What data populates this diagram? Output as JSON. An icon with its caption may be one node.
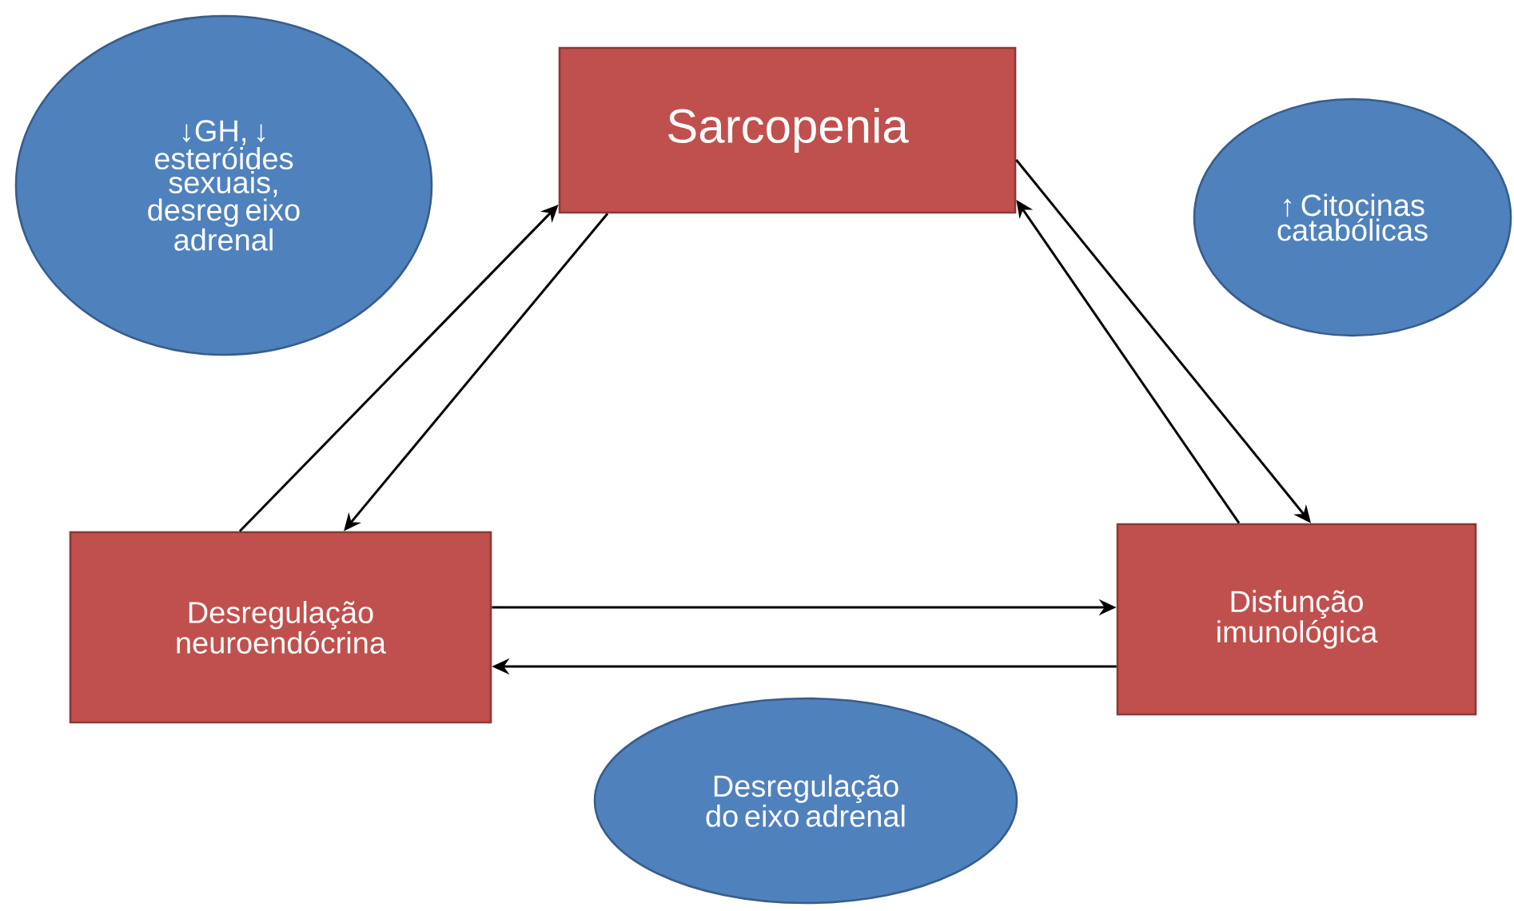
{
  "diagram": {
    "nodes": [
      {
        "text": [
          "Sarcopenia"
        ]
      },
      {
        "text": [
          "Desregulação neuroendócrina"
        ]
      },
      {
        "text": [
          "Disfunção imunológica"
        ]
      },
      {
        "text": [
          "↓GH, ↓ esteróides sexuais, desreg eixo adrenal"
        ]
      },
      {
        "text": [
          "↑ Citocinas catabólicas"
        ]
      },
      {
        "text": [
          "Desregulação do eixo adrenal"
        ]
      }
    ],
    "edges": [
      {
        "from": 1,
        "to": 0,
        "arrow": "to"
      },
      {
        "from": 0,
        "to": 1,
        "arrow": "to"
      },
      {
        "from": 0,
        "to": 2,
        "arrow": "to"
      },
      {
        "from": 2,
        "to": 0,
        "arrow": "to"
      },
      {
        "from": 1,
        "to": 2,
        "arrow": "to"
      },
      {
        "from": 2,
        "to": 1,
        "arrow": "to"
      }
    ]
  }
}
